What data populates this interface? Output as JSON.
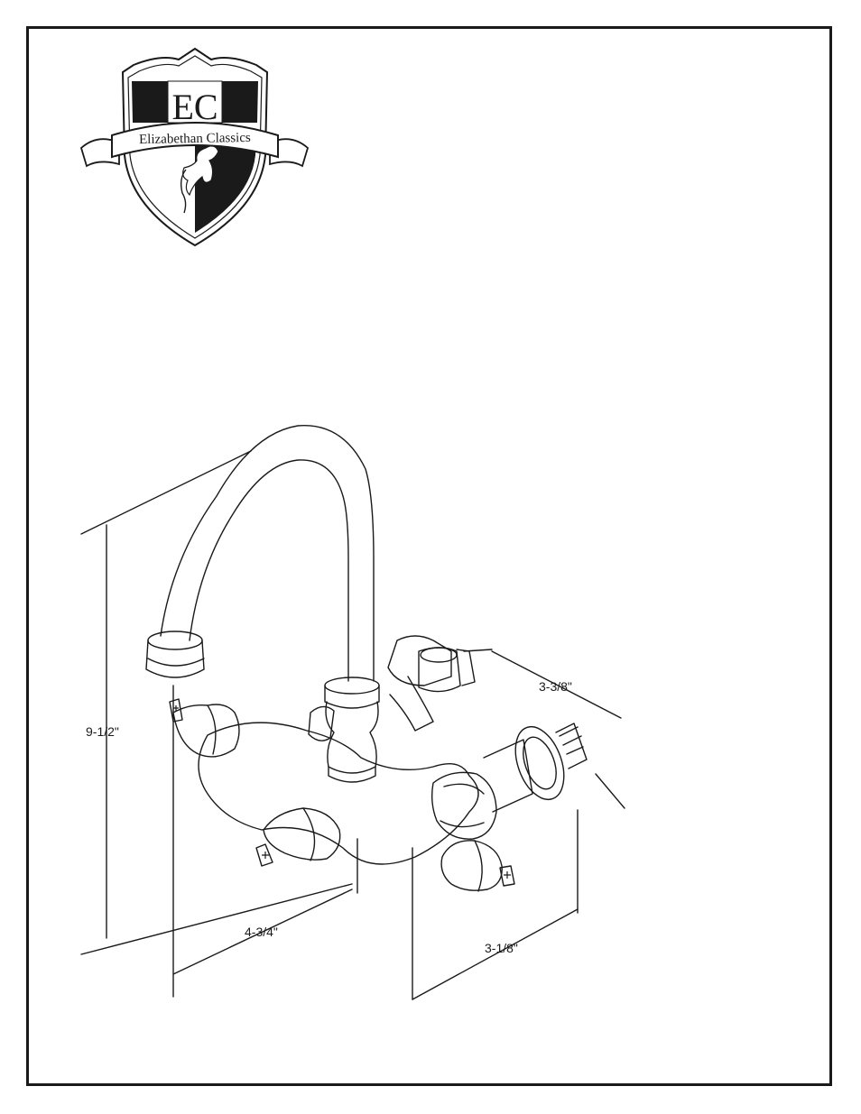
{
  "logo": {
    "monogram": "EC",
    "brand_name": "Elizabethan Classics"
  },
  "dimensions": {
    "height": "9-1/2\"",
    "depth_left": "4-3/4\"",
    "width_top": "3-3/8\"",
    "width_bottom": "3-1/8\""
  },
  "colors": {
    "ink": "#1a1a1a",
    "paper": "#ffffff"
  }
}
